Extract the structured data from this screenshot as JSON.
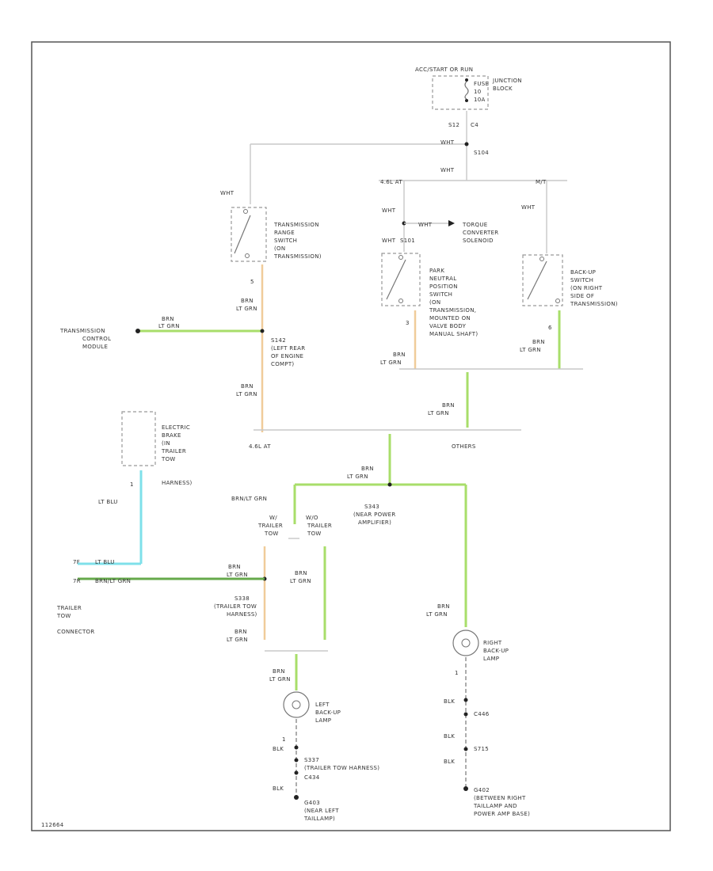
{
  "fuse": {
    "header": "ACC/START OR RUN",
    "lines": [
      "FUSE",
      "10",
      "10A"
    ],
    "block": [
      "JUNCTION",
      "BLOCK"
    ],
    "conn": [
      "S12",
      "C4"
    ]
  },
  "splices": {
    "s104": "S104",
    "s101": "S101",
    "s142": [
      "S142",
      "(LEFT REAR",
      "OF ENGINE",
      "COMPT)"
    ],
    "s343": [
      "S343",
      "(NEAR POWER",
      "AMPLIFIER)"
    ],
    "s338": [
      "S338",
      "(TRAILER TOW",
      "HARNESS)"
    ],
    "s337": [
      "S337",
      "(TRAILER TOW HARNESS)",
      "C434"
    ],
    "c446": "C446",
    "s715": "S715"
  },
  "wires": {
    "wht": "WHT",
    "brn": "BRN",
    "lt_grn": "LT GRN",
    "lt_blu": "LT BLU",
    "blk": "BLK",
    "brn_lt_grn": "BRN/LT GRN"
  },
  "branches": {
    "v8_4r70w": "4.6L AT",
    "others": "OTHERS",
    "left_at": "4.6L AT",
    "mt": "M/T",
    "w_tow": [
      "W/",
      "TRAILER",
      "TOW"
    ],
    "wo_tow": [
      "W/O",
      "TRAILER",
      "TOW"
    ]
  },
  "components": {
    "trs": [
      "TRANSMISSION",
      "RANGE",
      "SWITCH",
      "(ON",
      "TRANSMISSION)"
    ],
    "tcs": [
      "TORQUE",
      "CONVERTER",
      "SOLENOID"
    ],
    "pnp": [
      "PARK",
      "NEUTRAL",
      "POSITION",
      "SWITCH",
      "(ON",
      "TRANSMISSION,",
      "MOUNTED ON",
      "VALVE BODY",
      "MANUAL SHAFT)"
    ],
    "backup_sw": [
      "BACK-UP",
      "SWITCH",
      "(ON RIGHT",
      "SIDE OF",
      "TRANSMISSION)"
    ],
    "tcm": [
      "TRANSMISSION",
      "CONTROL",
      "MODULE"
    ],
    "brake": [
      "ELECTRIC",
      "BRAKE",
      "(IN",
      "TRAILER",
      "TOW",
      "HARNESS)"
    ],
    "tow_conn": [
      "TRAILER",
      "TOW",
      "CONNECTOR"
    ],
    "right_lamp": [
      "RIGHT",
      "BACK-UP",
      "LAMP"
    ],
    "left_lamp": [
      "LEFT",
      "BACK-UP",
      "LAMP"
    ],
    "g403": [
      "G403",
      "(NEAR LEFT",
      "TAILLAMP)"
    ],
    "g402": [
      "G402",
      "(BETWEEN RIGHT",
      "TAILLAMP AND",
      "POWER AMP BASE)"
    ]
  },
  "pins": {
    "p5": "5",
    "p3": "3",
    "p6": "6",
    "p1": "1",
    "p7f": "7F",
    "p7r": "7R"
  },
  "figure_id": "112664"
}
